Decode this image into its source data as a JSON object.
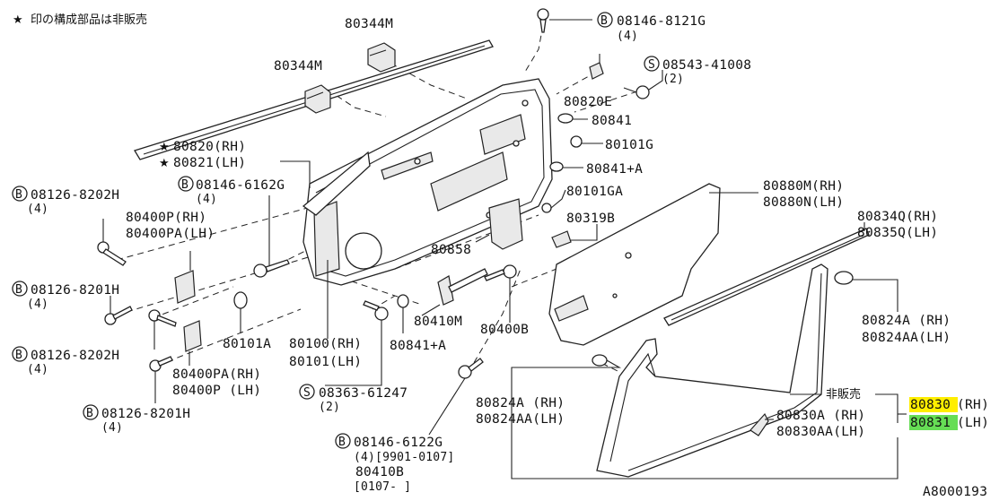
{
  "note": {
    "star": "★",
    "text": "印の構成部品は非販売"
  },
  "labels": {
    "l80344m_top": "80344M",
    "l80344m_left": "80344M",
    "b08146_8121g": "08146-8121G",
    "b08146_8121g_qty": "(4)",
    "s08543_41008": "08543-41008",
    "s08543_41008_qty": "(2)",
    "l80820e": "80820E",
    "l80841": "80841",
    "l80101g": "80101G",
    "l80841a": "80841+A",
    "l80101ga": "80101GA",
    "l80319b": "80319B",
    "l80820rh": "80820(RH)",
    "l80821lh": "80821(LH)",
    "b08126_8202h_top": "08126-8202H",
    "b08126_8202h_top_qty": "(4)",
    "b08146_6162g": "08146-6162G",
    "b08146_6162g_qty": "(4)",
    "l80400p_rh": "80400P(RH)",
    "l80400pa_lh": "80400PA(LH)",
    "l80858": "80858",
    "b08126_8201h_left": "08126-8201H",
    "b08126_8201h_left_qty": "(4)",
    "b08126_8202h_bot": "08126-8202H",
    "b08126_8202h_bot_qty": "(4)",
    "l80101a": "80101A",
    "l80100rh": "80100(RH)",
    "l80101lh": "80101(LH)",
    "l80400pa_rh": "80400PA(RH)",
    "l80400p_lh": "80400P (LH)",
    "b08126_8201h_bot": "08126-8201H",
    "b08126_8201h_bot_qty": "(4)",
    "s08363_61247": "08363-61247",
    "s08363_61247_qty": "(2)",
    "l80410m": "80410M",
    "l80400b": "80400B",
    "l80841a_b": "80841+A",
    "b08146_6122g": "08146-6122G",
    "b08146_6122g_qty": "(4)[9901-0107]",
    "l80410b": "80410B",
    "l80410b_range": "[0107-    ]",
    "l80880m": "80880M(RH)",
    "l80880n": "80880N(LH)",
    "l80834q": "80834Q(RH)",
    "l80835q": "80835Q(LH)",
    "l80824a_rh": "80824A (RH)",
    "l80824aa_lh": "80824AA(LH)",
    "hibai": "非販売",
    "l80830": "80830",
    "l80830_rh": "(RH)",
    "l80831": "80831",
    "l80831_lh": "(LH)",
    "l80824a_rh_c": "80824A (RH)",
    "l80824aa_lh_c": "80824AA(LH)",
    "l80830a_rh": "80830A (RH)",
    "l80830aa_lh": "80830AA(LH)",
    "diagram_id": "A8000193"
  },
  "prefix": {
    "b": "B",
    "s": "S"
  },
  "colors": {
    "highlight_yellow": "#ffee00",
    "highlight_green": "#66dd55",
    "line": "#222222"
  }
}
